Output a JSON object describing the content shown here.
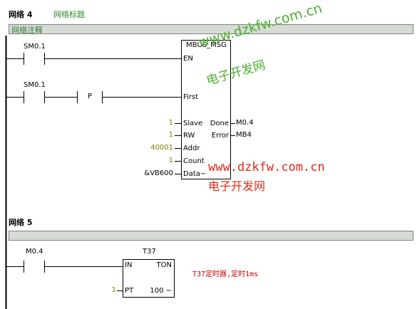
{
  "network4": {
    "label": "网络 4",
    "name": "网络标题",
    "comment": "网络注释",
    "contact1": "SM0.1",
    "contact2": "SM0.1",
    "p_label": "P",
    "block": {
      "title": "MBUS_MSG",
      "en": "EN",
      "first": "First",
      "slave_pin": "Slave",
      "rw_pin": "RW",
      "addr_pin": "Addr",
      "count_pin": "Count",
      "data_pin": "Data~",
      "done_pin": "Done",
      "error_pin": "Error",
      "slave_val": "1",
      "rw_val": "1",
      "addr_val": "40001",
      "count_val": "1",
      "data_val": "&VB600",
      "done_out": "M0.4",
      "error_out": "MB4"
    }
  },
  "network5": {
    "label": "网络 5",
    "contact": "M0.4",
    "timer": {
      "name": "T37",
      "in_pin": "IN",
      "type": "TON",
      "pt_pin": "PT",
      "pt_val": "1",
      "unit": "100 ~"
    },
    "annotation": "T37定时器,定时1ms"
  },
  "watermark": {
    "url1": "www.dzkfw.com.cn",
    "text1": "电子开发网",
    "url2": "www.dzkfw.com.cn",
    "text2": "电子开发网"
  },
  "colors": {
    "network_name": "#2a8a2a",
    "value": "#808000",
    "watermark_green": "#4caf30",
    "watermark_red": "#dd2a1a",
    "annotation": "#cc0000"
  }
}
